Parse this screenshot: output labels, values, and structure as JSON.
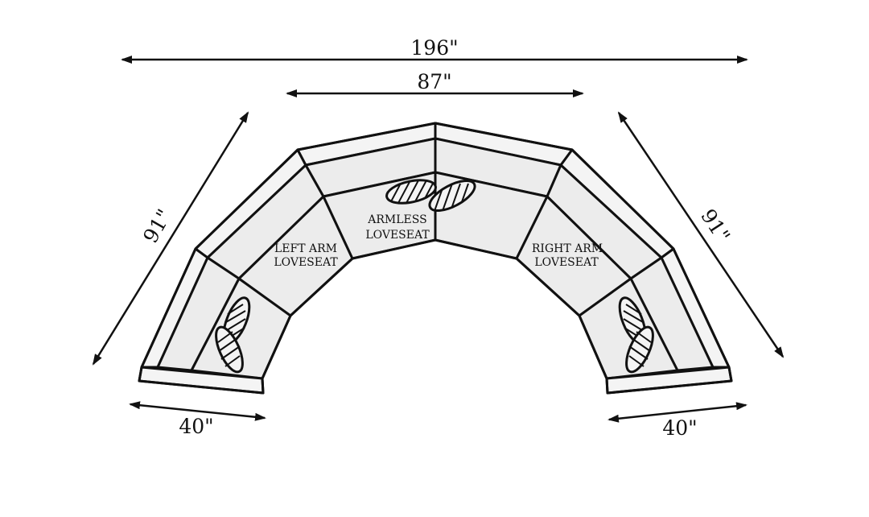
{
  "dimensions": {
    "overall_width": "196\"",
    "center_width": "87\"",
    "left_side": "91\"",
    "right_side": "91\"",
    "left_depth": "40\"",
    "right_depth": "40\""
  },
  "segments": {
    "left": {
      "line1": "LEFT ARM",
      "line2": "LOVESEAT"
    },
    "center": {
      "line1": "ARMLESS",
      "line2": "LOVESEAT"
    },
    "right": {
      "line1": "RIGHT ARM",
      "line2": "LOVESEAT"
    }
  },
  "colors": {
    "line": "#111111",
    "seat": "#ececec",
    "back": "#f4f4f4"
  }
}
